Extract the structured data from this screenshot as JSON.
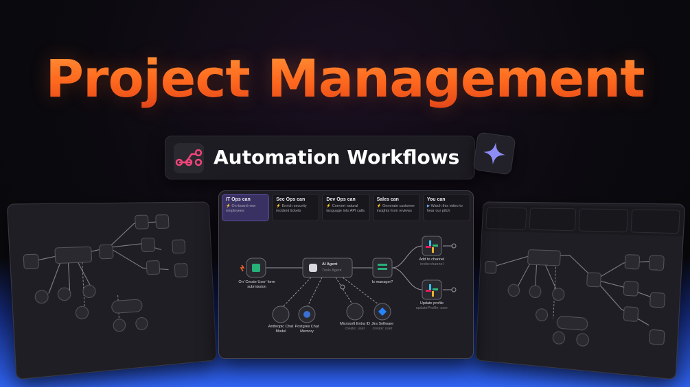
{
  "hero": {
    "title": "Project Management"
  },
  "badge": {
    "label": "Automation Workflows",
    "icon": "workflow-nodes-icon",
    "sparkle_icon": "sparkle-icon"
  },
  "colors": {
    "accent_orange": "#ff6a1f",
    "accent_purple": "#3a3163",
    "glow_blue": "#2f63f2",
    "panel_bg": "#1f1e24"
  },
  "workflow": {
    "tabs": [
      {
        "title": "IT Ops can",
        "desc": "On-board new employees",
        "icon": "bolt-icon"
      },
      {
        "title": "Sec Ops can",
        "desc": "Enrich security incident tickets",
        "icon": "bolt-icon"
      },
      {
        "title": "Dev Ops can",
        "desc": "Convert natural language into API calls",
        "icon": "bolt-icon"
      },
      {
        "title": "Sales can",
        "desc": "Generate customer insights from reviews",
        "icon": "bolt-icon"
      },
      {
        "title": "You can",
        "desc": "Watch this video to hear our pitch",
        "icon": "play-icon"
      }
    ],
    "nodes": {
      "trigger": "On 'Create User' form submission",
      "agent": "AI Agent",
      "agent_sub": "Tools Agent",
      "switch": "Is manager?",
      "slack_add": "Add to channel",
      "slack_add_sub": "invite:channel",
      "slack_update": "Update profile",
      "slack_update_sub": "updateProfile: user",
      "model": "Anthropic Chat Model",
      "memory": "Postgres Chat Memory",
      "entra": "Microsoft Entra ID",
      "entra_sub": "create: user",
      "jira": "Jira Software",
      "jira_sub": "create: user"
    }
  }
}
